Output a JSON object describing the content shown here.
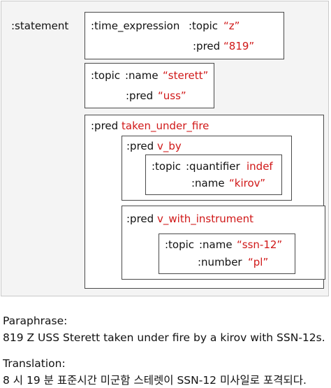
{
  "avm": {
    "statement_label": ":statement",
    "time_box": {
      "line1_feature": ":time_expression",
      "topic_feature": ":topic",
      "topic_value": "“z”",
      "pred_feature": ":pred",
      "pred_value": "“819”"
    },
    "sterett_box": {
      "topic_feature": ":topic",
      "name_feature": ":name",
      "name_value": "“sterett”",
      "pred_feature": ":pred",
      "pred_value": "“uss”"
    },
    "fire_box": {
      "pred_feature": ":pred",
      "pred_value": "taken_under_fire",
      "by_box": {
        "pred_feature": ":pred",
        "pred_value": "v_by",
        "inner": {
          "topic_feature": ":topic",
          "quantifier_feature": ":quantifier",
          "quantifier_value": "indef",
          "name_feature": ":name",
          "name_value": "“kirov”"
        }
      },
      "instrument_box": {
        "pred_feature": ":pred",
        "pred_value": "v_with_instrument",
        "inner": {
          "topic_feature": ":topic",
          "name_feature": ":name",
          "name_value": "“ssn-12”",
          "number_feature": ":number",
          "number_value": "“pl”"
        }
      }
    }
  },
  "paraphrase": {
    "heading": "Paraphrase:",
    "text": "819 Z USS Sterett taken under fire by a kirov with SSN-12s."
  },
  "translation": {
    "heading": "Translation:",
    "text": "8 시 19 분 표준시간 미군함 스테렛이 SSN-12 미사일로 포격되다."
  },
  "colors": {
    "value_red": "#d01818",
    "border": "#4a4a4a",
    "frame_bg": "#f4f4f4"
  }
}
